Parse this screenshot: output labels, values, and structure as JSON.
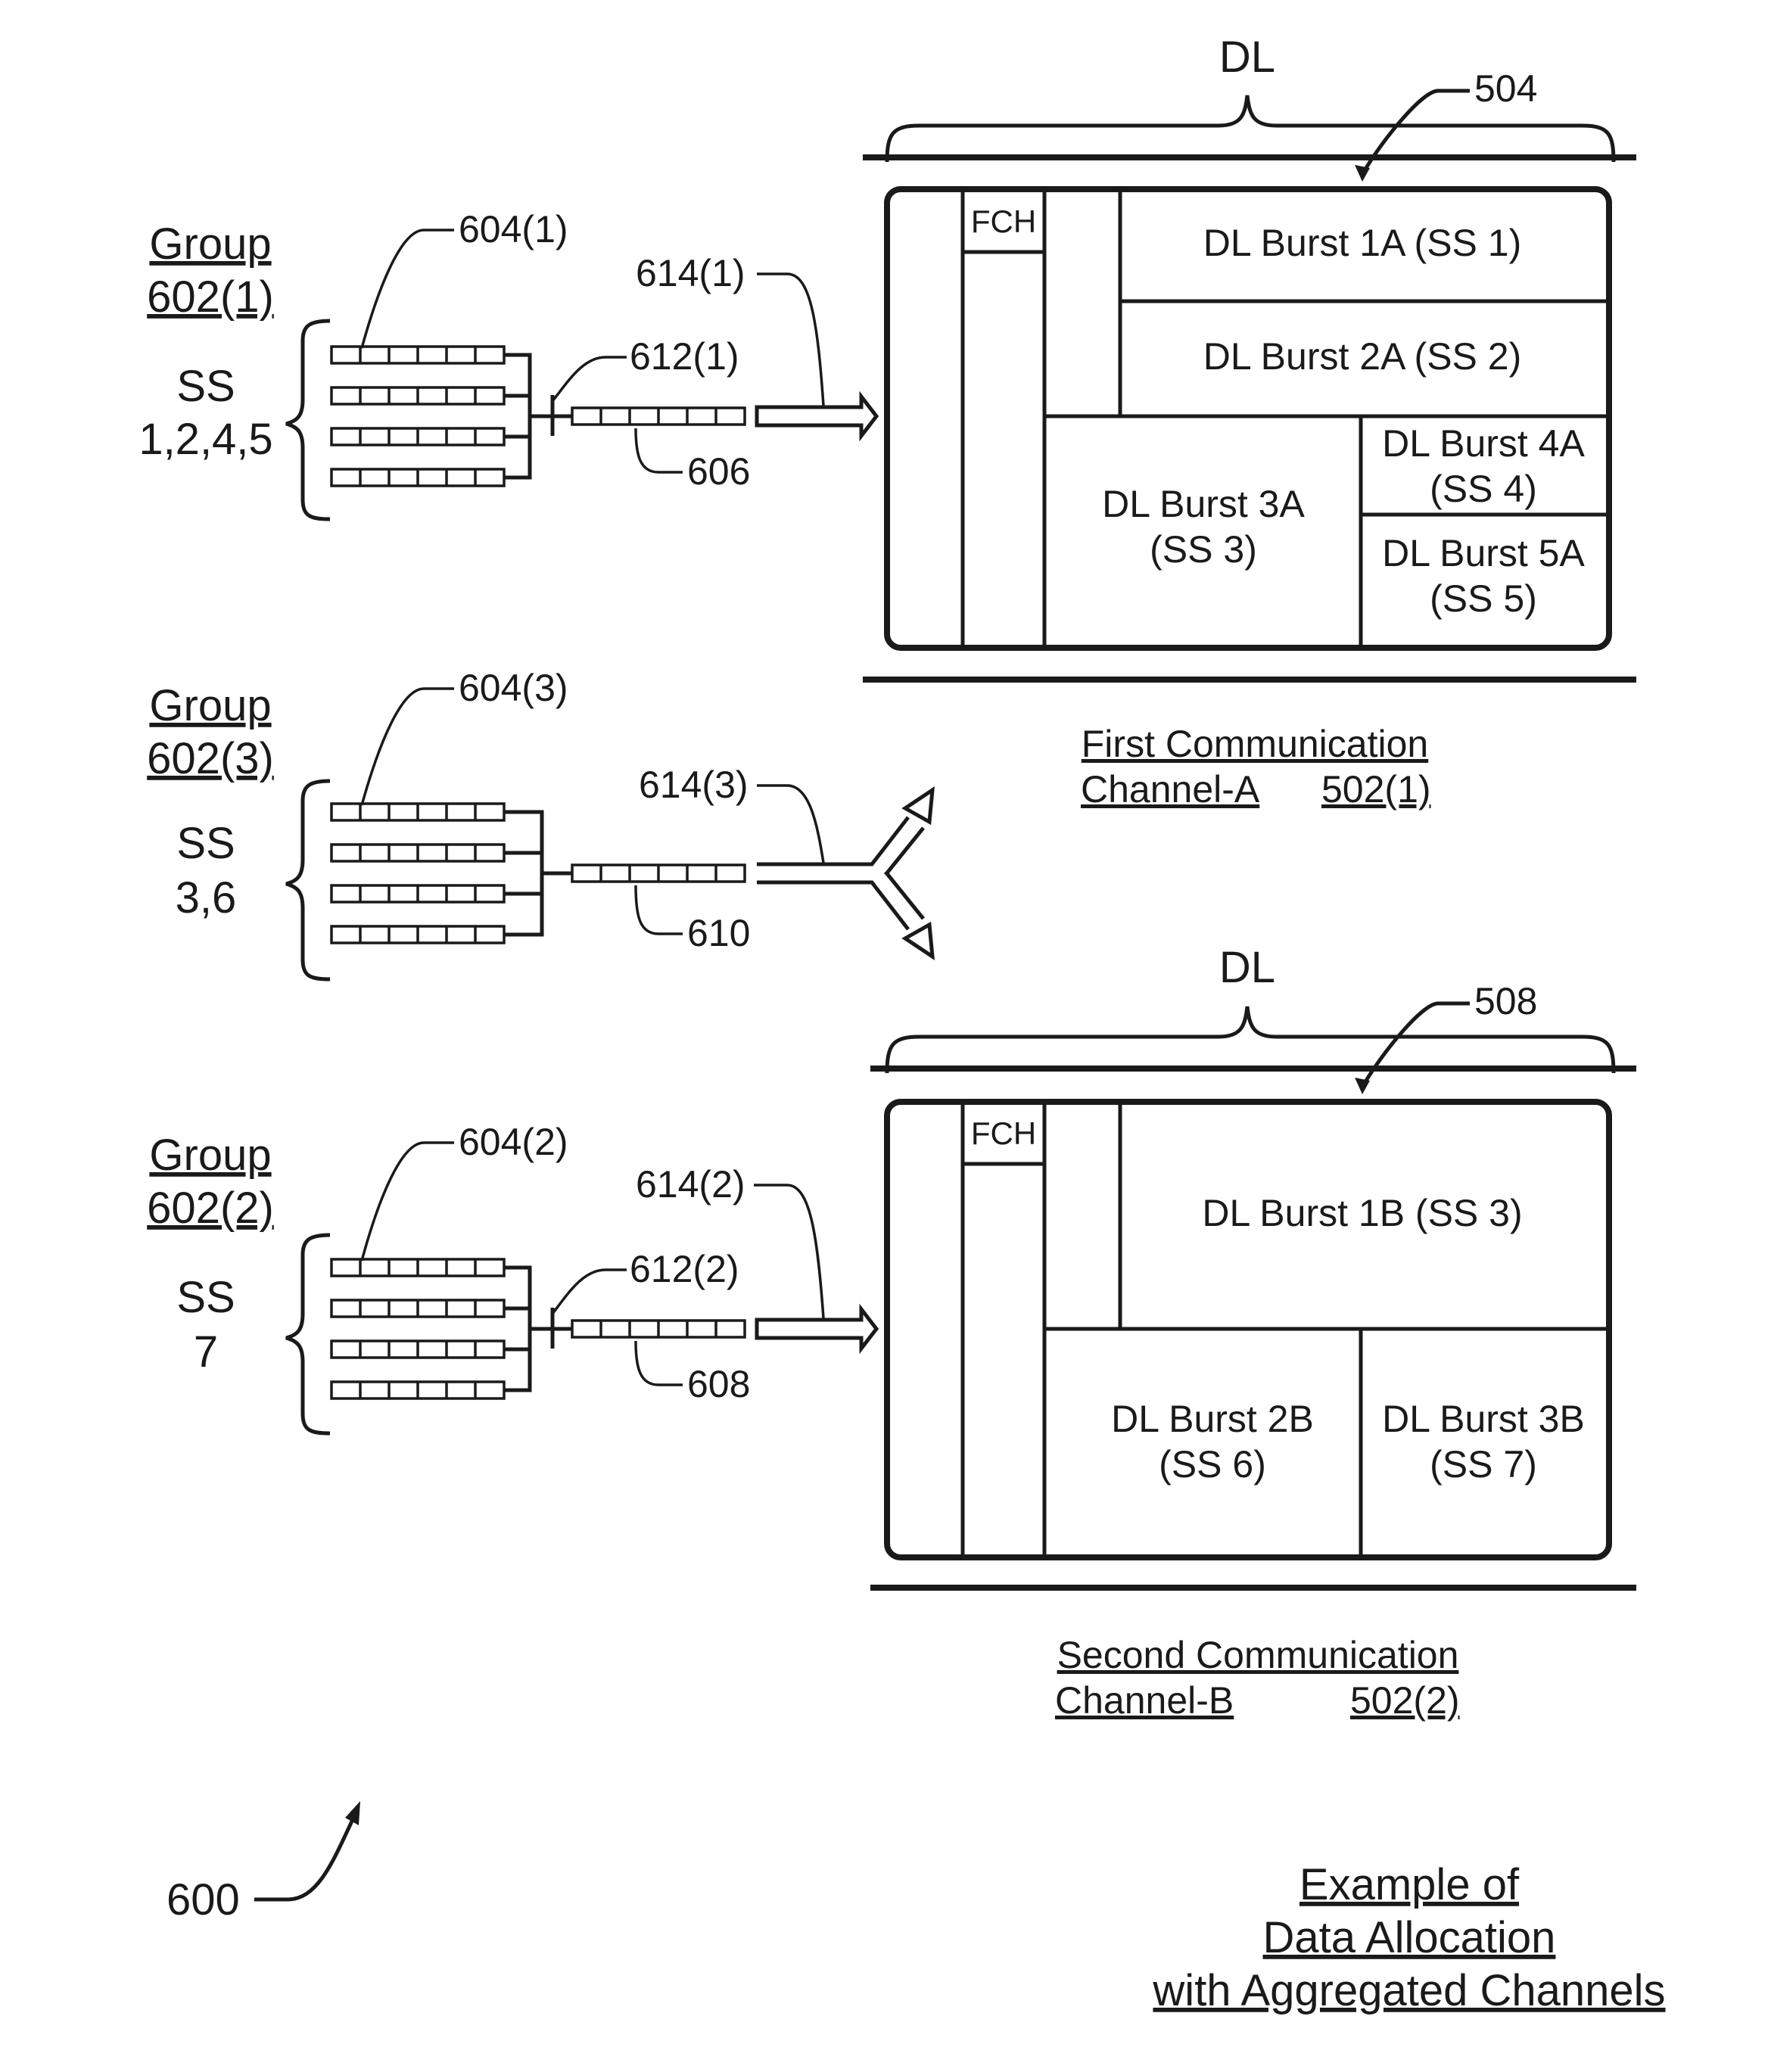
{
  "frame_a": {
    "dl_label": "DL",
    "ref": "504",
    "fch": "FCH",
    "bursts": {
      "b1": "DL Burst 1A (SS 1)",
      "b2": "DL Burst 2A (SS 2)",
      "b3_l1": "DL Burst 3A",
      "b3_l2": "(SS 3)",
      "b4_l1": "DL Burst 4A",
      "b4_l2": "(SS 4)",
      "b5_l1": "DL Burst 5A",
      "b5_l2": "(SS 5)"
    },
    "caption_l1": "First Communication",
    "caption_channel": "Channel-A",
    "caption_ref": "502(1)"
  },
  "frame_b": {
    "dl_label": "DL",
    "ref": "508",
    "fch": "FCH",
    "bursts": {
      "b1": "DL Burst 1B (SS 3)",
      "b2_l1": "DL Burst 2B",
      "b2_l2": "(SS 6)",
      "b3_l1": "DL Burst 3B",
      "b3_l2": "(SS 7)"
    },
    "caption_l1": "Second Communication",
    "caption_channel": "Channel-B",
    "caption_ref": "502(2)"
  },
  "groups": [
    {
      "title": "Group",
      "ref": "602(1)",
      "ss_label": "SS",
      "ss_list": "1,2,4,5",
      "queues_ref": "604(1)",
      "mux_ref": "612(1)",
      "queue_ref": "606",
      "arrow_ref": "614(1)"
    },
    {
      "title": "Group",
      "ref": "602(3)",
      "ss_label": "SS",
      "ss_list": "3,6",
      "queues_ref": "604(3)",
      "queue_ref": "610",
      "arrow_ref": "614(3)"
    },
    {
      "title": "Group",
      "ref": "602(2)",
      "ss_label": "SS",
      "ss_list": "7",
      "queues_ref": "604(2)",
      "mux_ref": "612(2)",
      "queue_ref": "608",
      "arrow_ref": "614(2)"
    }
  ],
  "figure_ref": "600",
  "figure_caption": [
    "Example of",
    "Data Allocation",
    "with Aggregated Channels"
  ]
}
